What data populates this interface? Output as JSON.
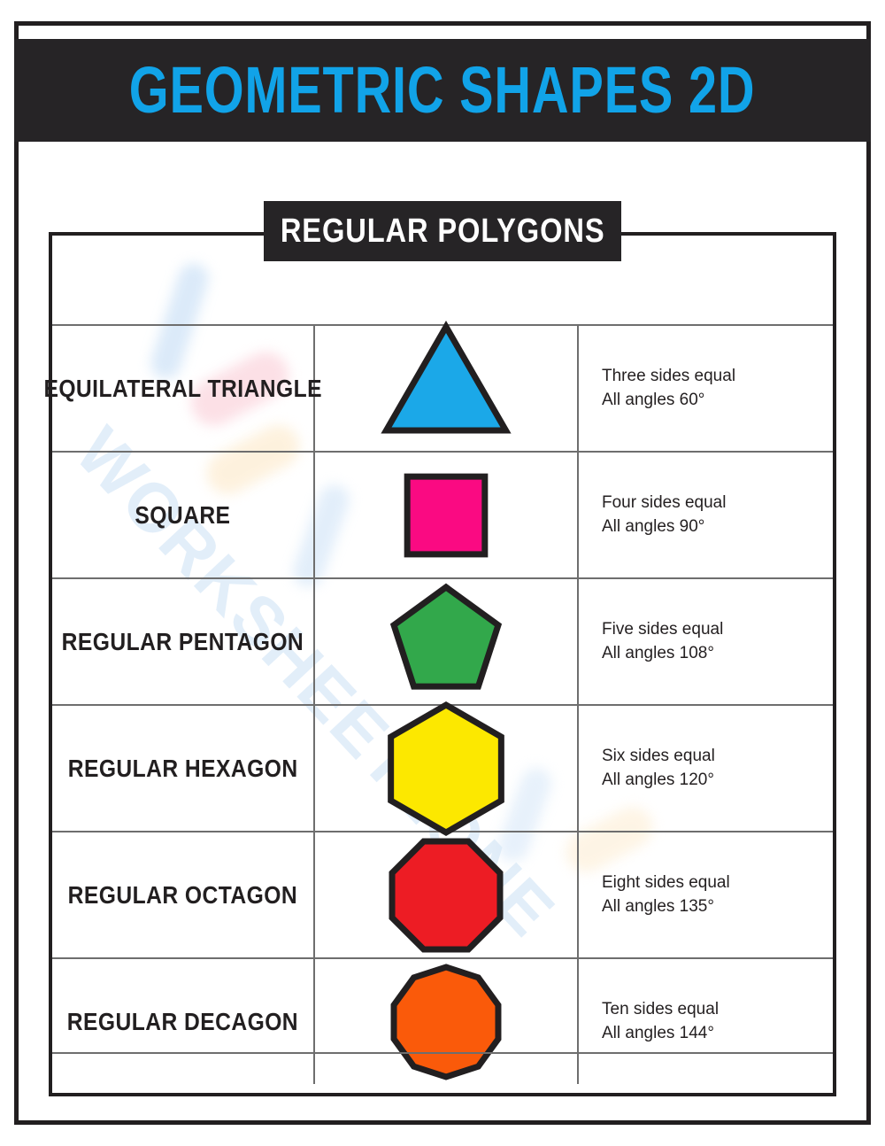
{
  "page": {
    "title": "GEOMETRIC SHAPES 2D",
    "section_heading": "REGULAR POLYGONS",
    "watermark": "WORKSHEETZONE",
    "colors": {
      "banner_background": "#262426",
      "title_text": "#11a3e8",
      "frame": "#221f20",
      "grid_line": "#6e6e6e",
      "body_text": "#231f20"
    }
  },
  "table": {
    "rows": [
      {
        "name": "EQUILATERAL TRIANGLE",
        "shape": "triangle",
        "sides": 3,
        "fill": "#1ba8e8",
        "stroke": "#221f20",
        "desc_line1": "Three sides equal",
        "desc_line2": "All angles 60°"
      },
      {
        "name": "SQUARE",
        "shape": "square",
        "sides": 4,
        "fill": "#fa0a82",
        "stroke": "#221f20",
        "desc_line1": "Four sides equal",
        "desc_line2": "All angles 90°"
      },
      {
        "name": "REGULAR PENTAGON",
        "shape": "pentagon",
        "sides": 5,
        "fill": "#32a84b",
        "stroke": "#221f20",
        "desc_line1": "Five sides equal",
        "desc_line2": "All angles 108°"
      },
      {
        "name": "REGULAR HEXAGON",
        "shape": "hexagon",
        "sides": 6,
        "fill": "#fce800",
        "stroke": "#221f20",
        "desc_line1": "Six sides equal",
        "desc_line2": "All angles 120°"
      },
      {
        "name": "REGULAR OCTAGON",
        "shape": "octagon",
        "sides": 8,
        "fill": "#ed1c24",
        "stroke": "#221f20",
        "desc_line1": "Eight sides equal",
        "desc_line2": "All angles 135°"
      },
      {
        "name": "REGULAR DECAGON",
        "shape": "decagon",
        "sides": 10,
        "fill": "#fa5a0a",
        "stroke": "#221f20",
        "desc_line1": "Ten sides equal",
        "desc_line2": "All angles 144°"
      }
    ]
  }
}
